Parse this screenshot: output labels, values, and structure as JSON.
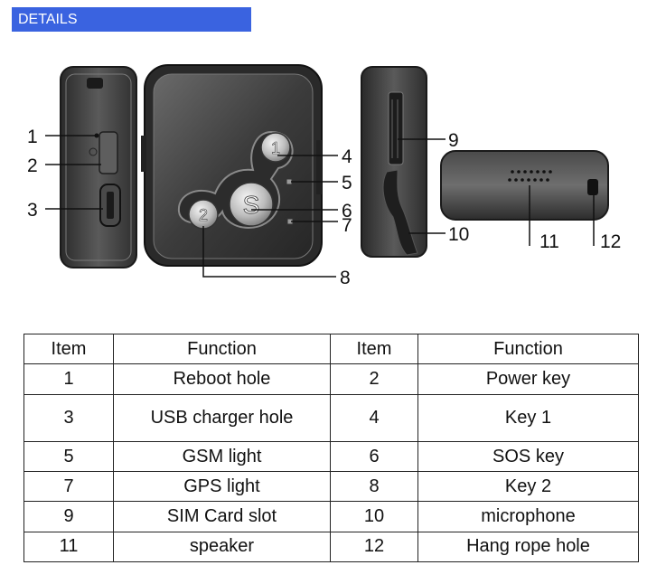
{
  "header": {
    "title": "DETAILS"
  },
  "device": {
    "button_1": "1",
    "button_2": "2",
    "button_sos": "S"
  },
  "callouts": [
    "1",
    "2",
    "3",
    "4",
    "5",
    "6",
    "7",
    "8",
    "9",
    "10",
    "11",
    "12"
  ],
  "table": {
    "headers": [
      "Item",
      "Function",
      "Item",
      "Function"
    ],
    "rows": [
      [
        "1",
        "Reboot hole",
        "2",
        "Power key"
      ],
      [
        "3",
        "USB charger hole",
        "4",
        "Key 1"
      ],
      [
        "5",
        "GSM light",
        "6",
        "SOS key"
      ],
      [
        "7",
        "GPS light",
        "8",
        "Key 2"
      ],
      [
        "9",
        "SIM Card slot",
        "10",
        "microphone"
      ],
      [
        "11",
        "speaker",
        "12",
        "Hang rope hole"
      ]
    ]
  }
}
